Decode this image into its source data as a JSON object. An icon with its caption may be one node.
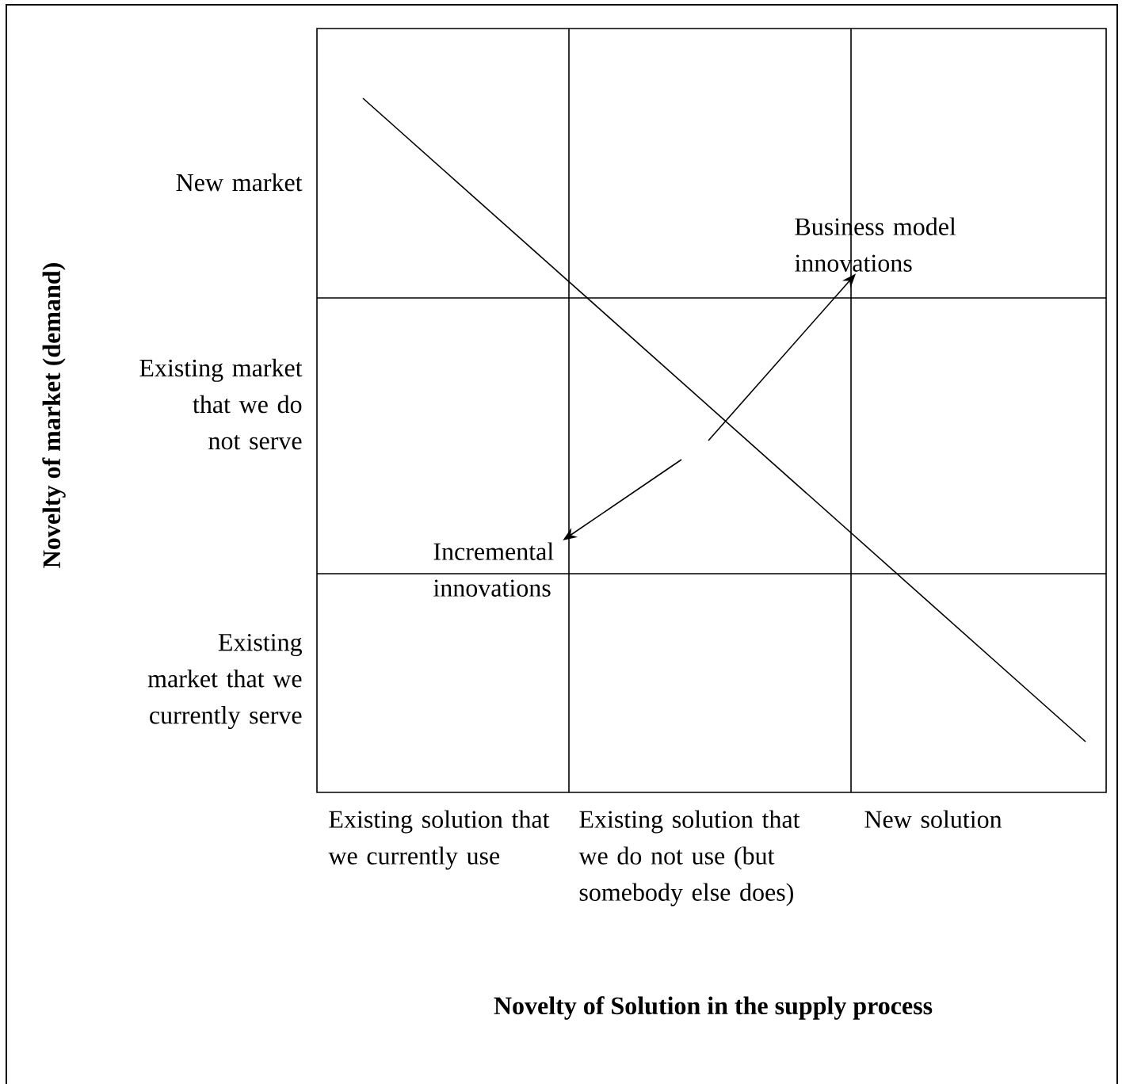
{
  "diagram": {
    "nodes": [
      {
        "text": [
          "Business model innovations"
        ]
      },
      {
        "text": [
          "Incremental innovations"
        ]
      }
    ],
    "edges": [
      {
        "from": null,
        "to": 0,
        "arrow": "to"
      },
      {
        "from": null,
        "to": 1,
        "arrow": "to"
      }
    ],
    "labels": [
      "Novelty of market (demand)",
      "New market",
      "Existing market that we do not serve",
      "Existing market that we currently serve",
      "Existing solution that we currently use",
      "Existing solution that we do not use (but somebody else does)",
      "New solution",
      "Novelty of Solution in the supply process"
    ]
  }
}
